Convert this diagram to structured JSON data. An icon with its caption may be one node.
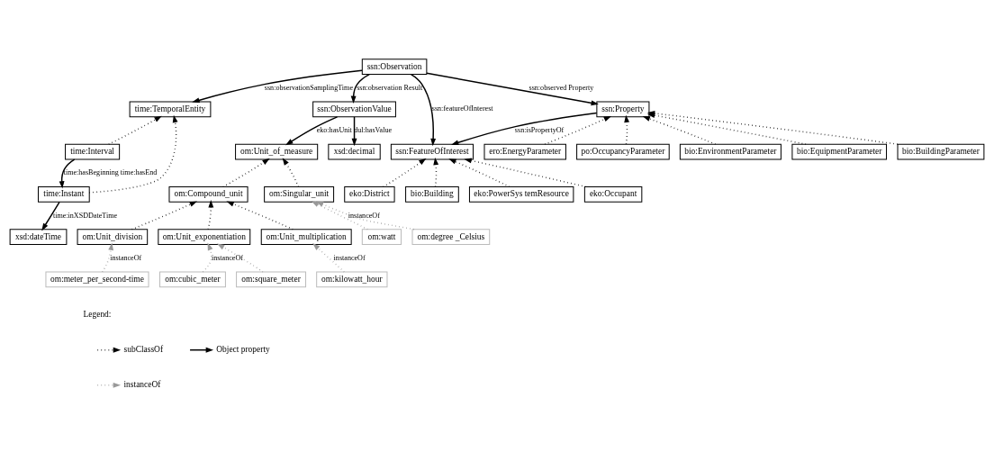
{
  "diagram": {
    "nodes": [
      {
        "text": [
          "ssn:Observation"
        ]
      },
      {
        "text": [
          "time:TemporalEntity"
        ]
      },
      {
        "text": [
          "time:Interval"
        ]
      },
      {
        "text": [
          "time:Instant"
        ]
      },
      {
        "text": [
          "xsd:dateTime"
        ]
      },
      {
        "text": [
          "ssn:ObservationValue"
        ]
      },
      {
        "text": [
          "om:Unit_of_measure"
        ]
      },
      {
        "text": [
          "xsd:decimal"
        ]
      },
      {
        "text": [
          "om:Compound_unit"
        ]
      },
      {
        "text": [
          "om:Singular_unit"
        ]
      },
      {
        "text": [
          "om:watt"
        ]
      },
      {
        "text": [
          "om:degree _Celsius"
        ]
      },
      {
        "text": [
          "om:Unit_division"
        ]
      },
      {
        "text": [
          "om:Unit_exponentiation"
        ]
      },
      {
        "text": [
          "om:Unit_multiplication"
        ]
      },
      {
        "text": [
          "om:meter_per_second-time"
        ]
      },
      {
        "text": [
          "om:cubic_meter"
        ]
      },
      {
        "text": [
          "om:square_meter"
        ]
      },
      {
        "text": [
          "om:kilowatt_hour"
        ]
      },
      {
        "text": [
          "ssn:FeatureOfInterest"
        ]
      },
      {
        "text": [
          "ssn:Property"
        ]
      },
      {
        "text": [
          "eko:District"
        ]
      },
      {
        "text": [
          "bio:Building"
        ]
      },
      {
        "text": [
          "eko:PowerSys temResource"
        ]
      },
      {
        "text": [
          "eko:Occupant"
        ]
      },
      {
        "text": [
          "ero:EnergyParameter"
        ]
      },
      {
        "text": [
          "po:OccupancyParameter"
        ]
      },
      {
        "text": [
          "bio:EnvironmentParameter"
        ]
      },
      {
        "text": [
          "bio:EquipmentParameter"
        ]
      },
      {
        "text": [
          "bio:BuildingParameter"
        ]
      }
    ],
    "edges": [
      {
        "from": 0,
        "to": 1,
        "arrow": "to",
        "label": "ssn:observationSamplingTime"
      },
      {
        "from": 0,
        "to": 5,
        "arrow": "to",
        "label": "ssn:observation Result"
      },
      {
        "from": 0,
        "to": 19,
        "arrow": "to",
        "label": "ssn:featureOfInterest"
      },
      {
        "from": 0,
        "to": 20,
        "arrow": "to",
        "label": "ssn:observed Property"
      },
      {
        "from": 2,
        "to": 1,
        "arrow": "to",
        "style": "dashed"
      },
      {
        "from": 3,
        "to": 1,
        "arrow": "to",
        "style": "dashed"
      },
      {
        "from": 2,
        "to": 3,
        "arrow": "to",
        "label": "time:hasBeginning time:hasEnd"
      },
      {
        "from": 3,
        "to": 4,
        "arrow": "to",
        "label": "time:inXSDDateTime"
      },
      {
        "from": 5,
        "to": 6,
        "arrow": "to",
        "label": "eko:hasUnit"
      },
      {
        "from": 5,
        "to": 7,
        "arrow": "to",
        "label": "dul:hasValue"
      },
      {
        "from": 8,
        "to": 6,
        "arrow": "to",
        "style": "dashed"
      },
      {
        "from": 9,
        "to": 6,
        "arrow": "to",
        "style": "dashed"
      },
      {
        "from": 10,
        "to": 9,
        "arrow": "to",
        "style": "dashed",
        "color": "#999999",
        "label": "instanceOf"
      },
      {
        "from": 11,
        "to": 9,
        "arrow": "to",
        "style": "dashed",
        "color": "#999999"
      },
      {
        "from": 12,
        "to": 8,
        "arrow": "to",
        "style": "dashed"
      },
      {
        "from": 13,
        "to": 8,
        "arrow": "to",
        "style": "dashed"
      },
      {
        "from": 14,
        "to": 8,
        "arrow": "to",
        "style": "dashed"
      },
      {
        "from": 15,
        "to": 12,
        "arrow": "to",
        "style": "dashed",
        "color": "#999999",
        "label": "instanceOf"
      },
      {
        "from": 16,
        "to": 13,
        "arrow": "to",
        "style": "dashed",
        "color": "#999999",
        "label": "instanceOf"
      },
      {
        "from": 17,
        "to": 13,
        "arrow": "to",
        "style": "dashed",
        "color": "#999999"
      },
      {
        "from": 18,
        "to": 14,
        "arrow": "to",
        "style": "dashed",
        "color": "#999999",
        "label": "instanceOf"
      },
      {
        "from": 20,
        "to": 19,
        "arrow": "to",
        "label": "ssn:isPropertyOf"
      },
      {
        "from": 21,
        "to": 19,
        "arrow": "to",
        "style": "dashed"
      },
      {
        "from": 22,
        "to": 19,
        "arrow": "to",
        "style": "dashed"
      },
      {
        "from": 23,
        "to": 19,
        "arrow": "to",
        "style": "dashed"
      },
      {
        "from": 24,
        "to": 19,
        "arrow": "to",
        "style": "dashed"
      },
      {
        "from": 25,
        "to": 20,
        "arrow": "to",
        "style": "dashed"
      },
      {
        "from": 26,
        "to": 20,
        "arrow": "to",
        "style": "dashed"
      },
      {
        "from": 27,
        "to": 20,
        "arrow": "to",
        "style": "dashed"
      },
      {
        "from": 28,
        "to": 20,
        "arrow": "to",
        "style": "dashed"
      },
      {
        "from": 29,
        "to": 20,
        "arrow": "to",
        "style": "dashed"
      }
    ],
    "labels": [
      "Legend:"
    ],
    "legend": [
      {
        "text": "subClassOf"
      },
      {
        "text": "Object property"
      },
      {
        "text": "instanceOf"
      }
    ]
  }
}
